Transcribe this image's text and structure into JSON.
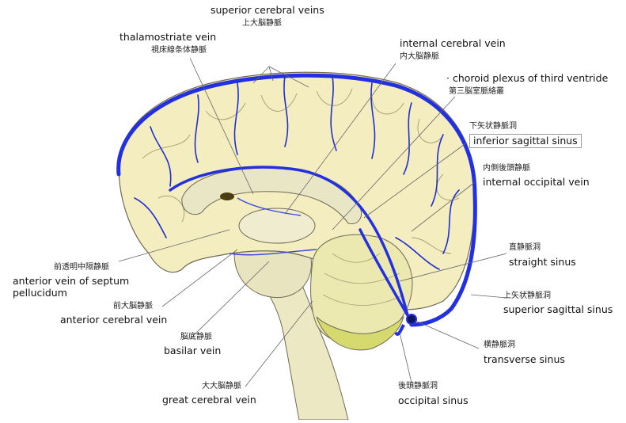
{
  "labels": {
    "superior_cerebral_veins": {
      "en": "superior cerebral veins",
      "jp": "上大脳静脈"
    },
    "thalamostriate_vein": {
      "en": "thalamostriate vein",
      "jp": "視床線条体静脈"
    },
    "internal_cerebral_vein": {
      "en": "internal cerebral vein",
      "jp": "内大脳静脈"
    },
    "choroid_plexus": {
      "en": "choroid plexus of third ventride",
      "jp": "第三脳室脈絡叢"
    },
    "inferior_sagittal_sinus": {
      "en": "inferior sagittal sinus",
      "jp": "下矢状静脈洞"
    },
    "internal_occipital_vein": {
      "en": "internal occipital vein",
      "jp": "内側後頭静脈"
    },
    "straight_sinus": {
      "en": "straight sinus",
      "jp": "直静脈洞"
    },
    "superior_sagittal_sinus": {
      "en": "superior sagittal sinus",
      "jp": "上矢状静脈洞"
    },
    "transverse_sinus": {
      "en": "transverse sinus",
      "jp": "横静脈洞"
    },
    "occipital_sinus": {
      "en": "occipital sinus",
      "jp": "後頭静脈洞"
    },
    "anterior_vein_septum": {
      "en1": "anterior vein of septum",
      "en2": "pellucidum",
      "jp": "前透明中隔静脈"
    },
    "anterior_cerebral_vein": {
      "en": "anterior cerebral vein",
      "jp": "前大脳静脈"
    },
    "basilar_vein": {
      "en": "basilar vein",
      "jp": "脳底静脈"
    },
    "great_cerebral_vein": {
      "en": "great cerebral vein",
      "jp": "大大脳静脈"
    }
  },
  "colors": {
    "cortex": "#f3edbf",
    "cortex_outline": "#6f6a55",
    "inner": "#e9e6c6",
    "brainstem": "#ece8c4",
    "cerebellum": "#ece9b0",
    "cerebellum_lower": "#d6da6e",
    "vein": "#1f2fd0",
    "sinus": "#2330e0",
    "leader": "#666666"
  }
}
